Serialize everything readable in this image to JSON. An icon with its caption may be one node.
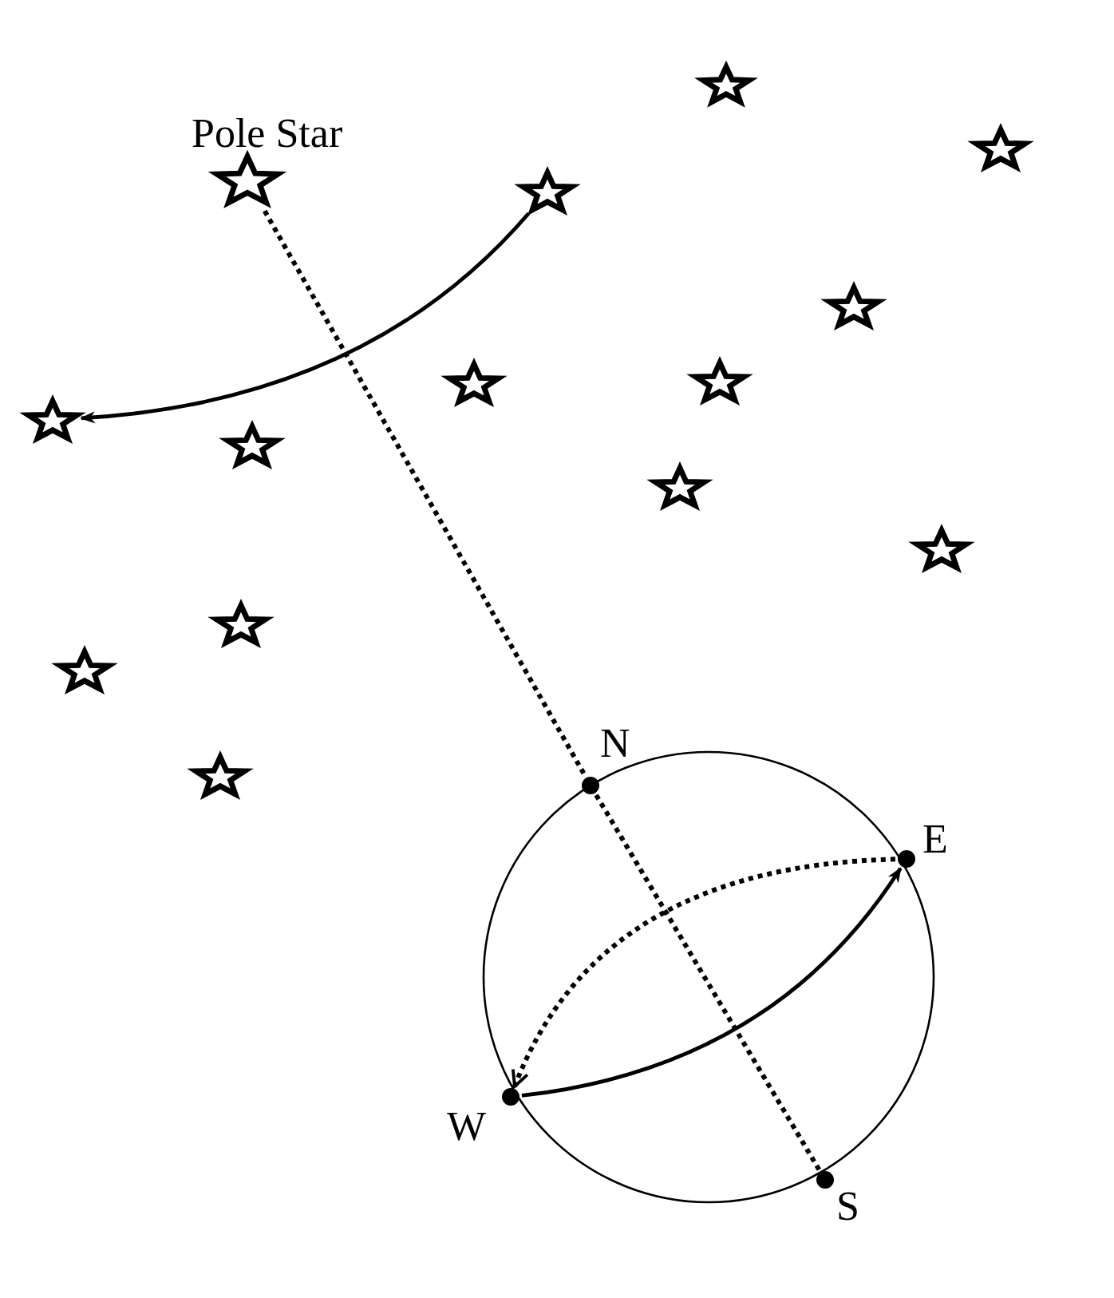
{
  "diagram": {
    "nodes": [
      {
        "text": [
          "Pole Star"
        ]
      },
      {
        "text": [],
        "shape": "star"
      },
      {
        "text": [],
        "shape": "star"
      },
      {
        "text": [],
        "shape": "star"
      },
      {
        "text": [],
        "shape": "star"
      },
      {
        "text": [],
        "shape": "star"
      },
      {
        "text": [],
        "shape": "star"
      },
      {
        "text": [],
        "shape": "star"
      },
      {
        "text": [],
        "shape": "star"
      },
      {
        "text": [],
        "shape": "star"
      },
      {
        "text": [],
        "shape": "star"
      },
      {
        "text": [],
        "shape": "star"
      },
      {
        "text": [],
        "shape": "star"
      },
      {
        "text": [],
        "shape": "star"
      },
      {
        "text": [
          "N"
        ]
      },
      {
        "text": [
          "E"
        ]
      },
      {
        "text": [
          "W"
        ]
      },
      {
        "text": [
          "S"
        ]
      }
    ],
    "edges": [
      {
        "from": 0,
        "to": 14,
        "arrow": "none",
        "style": "dashed"
      },
      {
        "from": 14,
        "to": 17,
        "arrow": "none",
        "style": "dashed"
      },
      {
        "from": 3,
        "to": 7,
        "arrow": "to"
      },
      {
        "from": 16,
        "to": 15,
        "arrow": "to"
      },
      {
        "from": 15,
        "to": 16,
        "arrow": "to",
        "style": "dashed"
      }
    ]
  }
}
